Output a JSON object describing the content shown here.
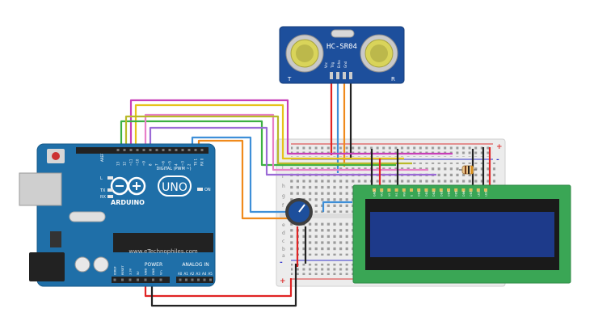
{
  "sensor": {
    "model": "HC-SR04",
    "left_mark": "T",
    "right_mark": "R",
    "pins": [
      "Vcc",
      "Trig",
      "Echo",
      "Gnd"
    ]
  },
  "arduino": {
    "brand": "ARDUINO",
    "model": "UNO",
    "digital_header": "DIGITAL (PWM ~)",
    "tx": "TX",
    "rx": "RX",
    "l": "L",
    "on": "ON",
    "power": "POWER",
    "analog": "ANALOG IN",
    "watermark": "www.eTechnophiles.com",
    "aref": "AREF",
    "gnd": "GND",
    "digital_pins": [
      "13",
      "12",
      "~11",
      "~10",
      "~9",
      "8",
      "7",
      "~6",
      "~5",
      "4",
      "~3",
      "2",
      "TX 1",
      "RX 0"
    ],
    "power_pins": [
      "IOREF",
      "RESET",
      "3.3V",
      "5V",
      "GND",
      "GND",
      "Vin"
    ],
    "analog_pins": [
      "A0",
      "A1",
      "A2",
      "A3",
      "A4",
      "A5"
    ]
  },
  "lcd": {
    "pins": [
      "GND",
      "VCC",
      "V0",
      "RS",
      "RW",
      "E",
      "DB0",
      "DB1",
      "DB2",
      "DB3",
      "DB4",
      "DB5",
      "DB6",
      "DB7",
      "LED",
      "LED"
    ]
  },
  "breadboard": {
    "col_a": "a",
    "col_b": "b",
    "col_c": "c",
    "col_d": "d",
    "col_e": "e",
    "col_f": "f",
    "col_g": "g",
    "col_h": "h",
    "col_i": "i",
    "col_j": "j",
    "plus": "+",
    "minus": "-"
  },
  "colors": {
    "arduino_board": "#1f6fa8",
    "sensor_board": "#1d4f9c",
    "lcd_pcb": "#3aa655",
    "lcd_screen": "#1d3a8a",
    "wire_red": "#e02424",
    "wire_black": "#222222",
    "wire_orange": "#f08a1c",
    "wire_blue": "#3e8fd8",
    "wire_magenta": "#c83fb8",
    "wire_yellow": "#e6c21a",
    "wire_green": "#3cb043",
    "wire_purple": "#9b6ad6",
    "wire_pink": "#e87fc8"
  }
}
